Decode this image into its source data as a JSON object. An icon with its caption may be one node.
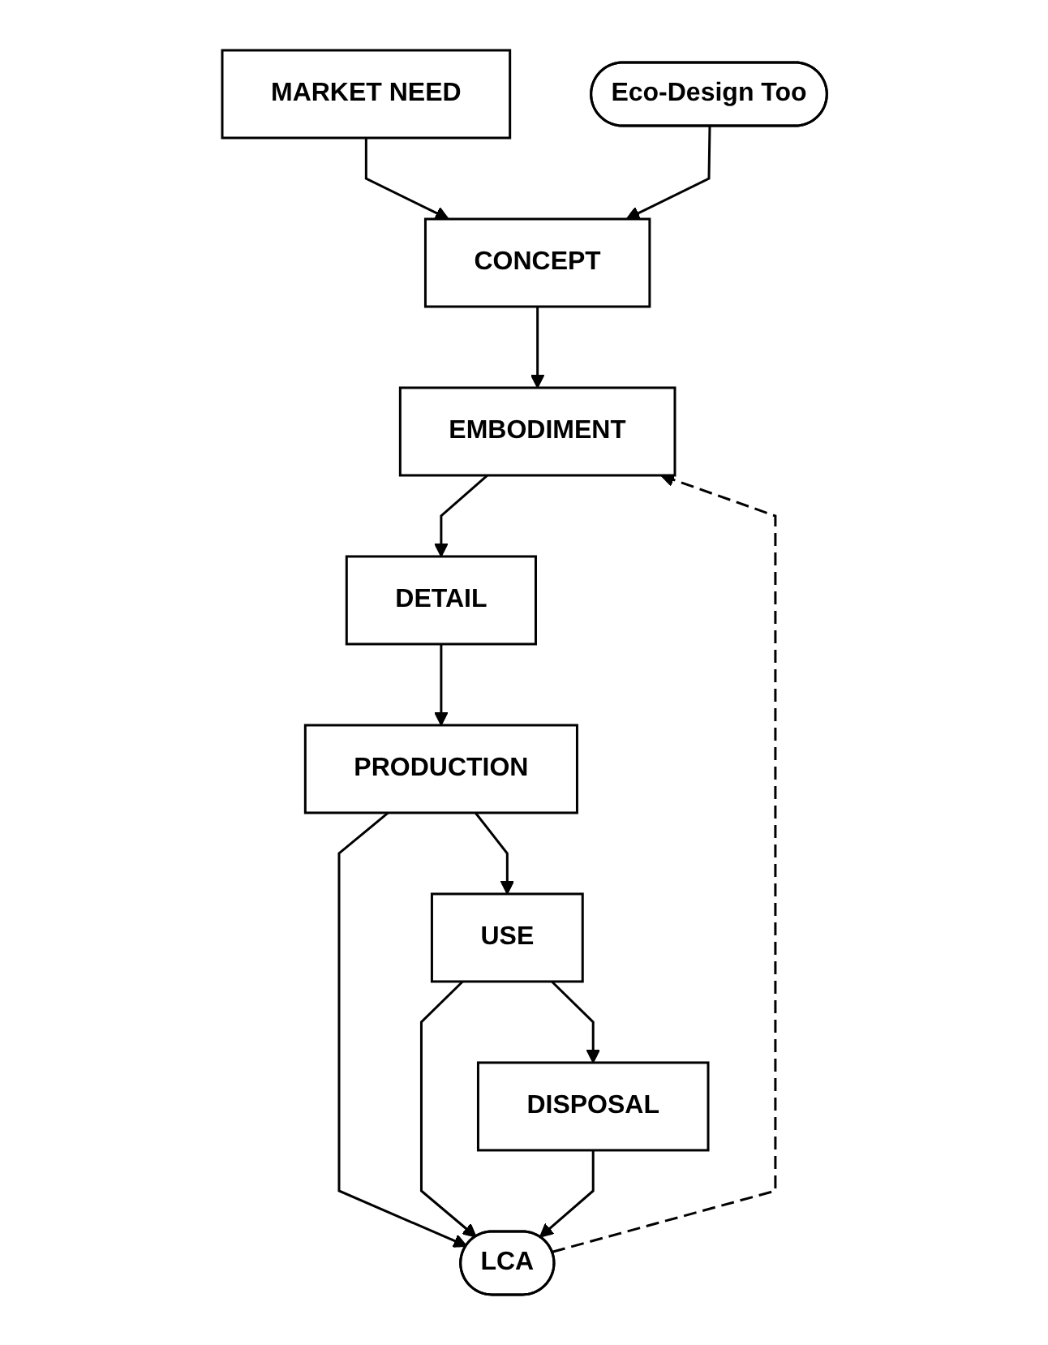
{
  "diagram": {
    "nodes": [
      {
        "text": [
          "MARKET NEED"
        ]
      },
      {
        "text": [
          "CONCEPT"
        ]
      },
      {
        "text": [
          "EMBODIMENT"
        ]
      },
      {
        "text": [
          "DETAIL"
        ]
      },
      {
        "text": [
          "PRODUCTION"
        ]
      },
      {
        "text": [
          "USE"
        ]
      },
      {
        "text": [
          "DISPOSAL"
        ]
      },
      {
        "text": [
          "Eco-Design Too"
        ]
      },
      {
        "text": [
          "LCA"
        ]
      }
    ],
    "edges": [
      {
        "from": 0,
        "to": 1,
        "arrow": "to"
      },
      {
        "from": 7,
        "to": 1,
        "arrow": "to"
      },
      {
        "from": 1,
        "to": 2,
        "arrow": "to"
      },
      {
        "from": 2,
        "to": 3,
        "arrow": "to"
      },
      {
        "from": 3,
        "to": 4,
        "arrow": "to"
      },
      {
        "from": 4,
        "to": 5,
        "arrow": "to"
      },
      {
        "from": 5,
        "to": 6,
        "arrow": "to"
      },
      {
        "from": 4,
        "to": 8,
        "arrow": "to"
      },
      {
        "from": 5,
        "to": 8,
        "arrow": "to"
      },
      {
        "from": 6,
        "to": 8,
        "arrow": "to"
      },
      {
        "from": 8,
        "to": 2,
        "arrow": "to",
        "style": "dashed"
      }
    ]
  }
}
